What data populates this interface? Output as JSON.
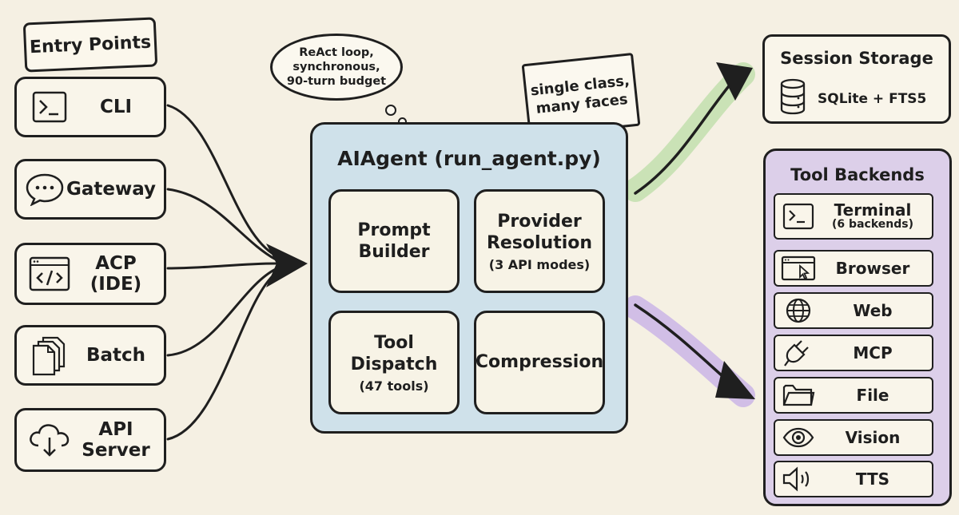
{
  "entry_points": {
    "title": "Entry Points",
    "items": [
      {
        "label": "CLI",
        "icon": "terminal-icon"
      },
      {
        "label": "Gateway",
        "icon": "chat-bubble-icon"
      },
      {
        "label": "ACP\n(IDE)",
        "icon": "code-window-icon"
      },
      {
        "label": "Batch",
        "icon": "documents-icon"
      },
      {
        "label": "API\nServer",
        "icon": "cloud-download-icon"
      }
    ]
  },
  "thought_cloud": "ReAct loop,\nsynchronous,\n90-turn budget",
  "note": "single class,\nmany faces",
  "agent": {
    "title": "AIAgent (run_agent.py)",
    "modules": [
      {
        "name": "Prompt\nBuilder",
        "detail": ""
      },
      {
        "name": "Provider\nResolution",
        "detail": "(3 API modes)"
      },
      {
        "name": "Tool\nDispatch",
        "detail": "(47 tools)"
      },
      {
        "name": "Compression",
        "detail": ""
      }
    ]
  },
  "session_storage": {
    "title": "Session Storage",
    "detail": "SQLite + FTS5"
  },
  "tool_backends": {
    "title": "Tool Backends",
    "items": [
      {
        "label": "Terminal",
        "sub": "(6 backends)",
        "icon": "terminal-icon"
      },
      {
        "label": "Browser",
        "sub": "",
        "icon": "browser-cursor-icon"
      },
      {
        "label": "Web",
        "sub": "",
        "icon": "globe-icon"
      },
      {
        "label": "MCP",
        "sub": "",
        "icon": "plug-icon"
      },
      {
        "label": "File",
        "sub": "",
        "icon": "folder-icon"
      },
      {
        "label": "Vision",
        "sub": "",
        "icon": "eye-icon"
      },
      {
        "label": "TTS",
        "sub": "",
        "icon": "speaker-icon"
      }
    ]
  },
  "colors": {
    "background": "#f5f0e3",
    "agent_fill": "#cfe1ea",
    "tools_fill": "#dccfe9",
    "green_arrow": "#c5e0b0",
    "purple_arrow": "#cdb8e6"
  }
}
